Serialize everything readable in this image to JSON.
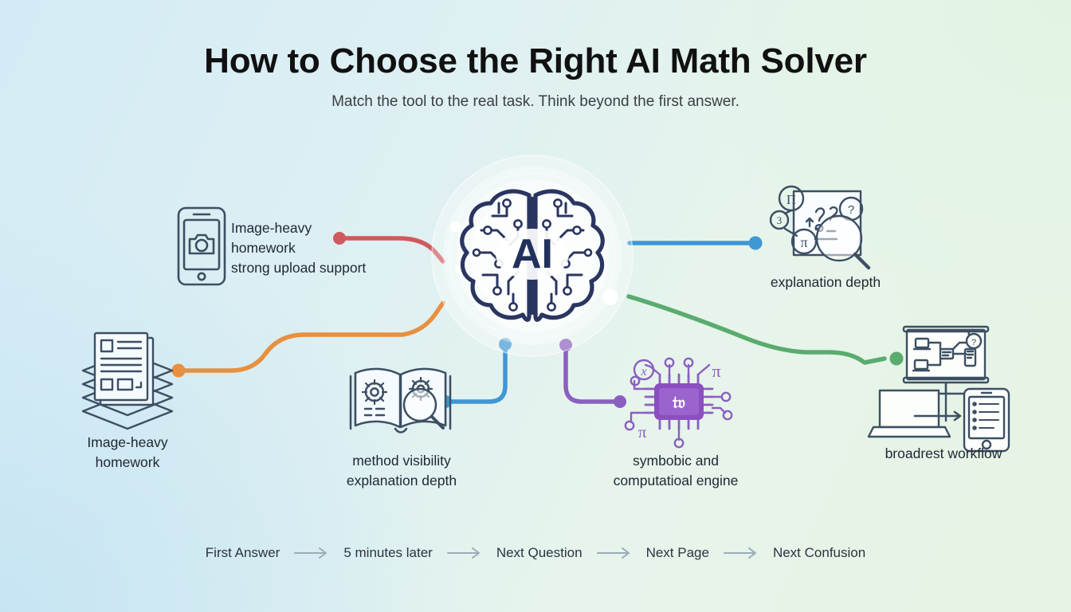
{
  "header": {
    "title": "How to Choose the Right AI Math Solver",
    "subtitle": "Match the tool to the real task. Think beyond the first answer."
  },
  "hub": {
    "label": "AI",
    "icon": "brain-circuit-icon"
  },
  "colors": {
    "background_left": "#d3ebf5",
    "background_right": "#e6f4e4",
    "hub_ink": "#2a3560",
    "icon_ink": "#3d4f63",
    "connector_red": "#d0595e",
    "connector_orange": "#e8903f",
    "connector_blue": "#3f97d3",
    "connector_blue_left": "#3f97d3",
    "connector_purple": "#8b5fbf",
    "connector_green": "#5aab6e",
    "text": "#1d2733",
    "arrow": "#9bacb8"
  },
  "nodes": [
    {
      "id": "phone-camera",
      "icon": "smartphone-camera-icon",
      "label": "Image-heavy\nhomework\nstrong upload support",
      "connector_color": "#d0595e",
      "align": "left"
    },
    {
      "id": "worksheet-stack",
      "icon": "document-stack-icon",
      "label": "Image-heavy\nhomework",
      "connector_color": "#e8903f",
      "align": "center"
    },
    {
      "id": "book-gears",
      "icon": "book-gears-magnifier-icon",
      "label": "method visibility\nexplanation depth",
      "connector_color": "#3f97d3",
      "align": "center"
    },
    {
      "id": "math-chip",
      "icon": "cpu-chip-math-icon",
      "label": "symbobic and\ncomputatioal engine",
      "connector_color": "#8b5fbf",
      "align": "center"
    },
    {
      "id": "explanation-depth",
      "icon": "math-page-magnifier-icon",
      "label": "explanation depth",
      "connector_color": "#3f97d3",
      "align": "center"
    },
    {
      "id": "workflow-devices",
      "icon": "devices-workflow-icon",
      "label": "broadrest workflow",
      "connector_color": "#5aab6e",
      "align": "center"
    }
  ],
  "flow": {
    "steps": [
      "First Answer",
      "5 minutes later",
      "Next Question",
      "Next Page",
      "Next Confusion"
    ],
    "arrow_icon": "arrow-right-icon"
  }
}
